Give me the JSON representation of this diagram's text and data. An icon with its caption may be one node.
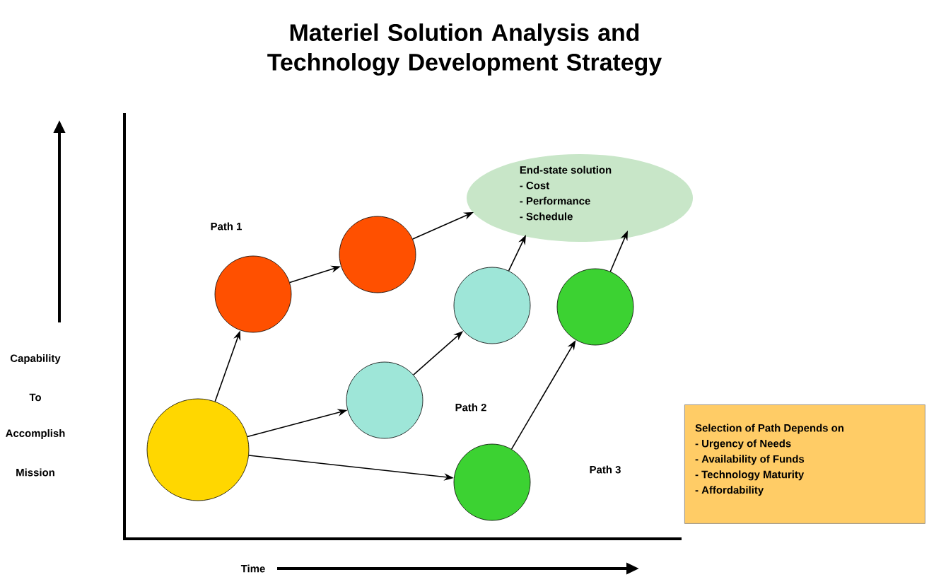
{
  "diagram": {
    "title": "Materiel Solution Analysis and Technology Development Strategy",
    "nodes": [
      {
        "text": [
          "End-state solution",
          "- Cost",
          "- Performance",
          "- Schedule"
        ]
      },
      {
        "text": [],
        "shape": "circle"
      },
      {
        "text": [],
        "shape": "circle"
      },
      {
        "text": [],
        "shape": "circle"
      },
      {
        "text": [],
        "shape": "circle"
      },
      {
        "text": [],
        "shape": "circle"
      },
      {
        "text": [],
        "shape": "circle"
      },
      {
        "text": [],
        "shape": "circle"
      },
      {
        "text": [
          "Selection of Path Depends on",
          "- Urgency of Needs",
          "- Availability of Funds",
          "- Technology Maturity",
          "- Affordability"
        ]
      }
    ],
    "edges": [
      {
        "from": 1,
        "to": 2,
        "arrow": "to"
      },
      {
        "from": 2,
        "to": 3,
        "arrow": "to"
      },
      {
        "from": 3,
        "to": 0,
        "arrow": "to"
      },
      {
        "from": 1,
        "to": 4,
        "arrow": "to"
      },
      {
        "from": 4,
        "to": 5,
        "arrow": "to"
      },
      {
        "from": 5,
        "to": 0,
        "arrow": "to"
      },
      {
        "from": 1,
        "to": 6,
        "arrow": "to"
      },
      {
        "from": 6,
        "to": 7,
        "arrow": "to"
      },
      {
        "from": 7,
        "to": 0,
        "arrow": "to"
      }
    ],
    "labels": [
      "Path 1",
      "Capability",
      "To",
      "Path 2",
      "Accomplish",
      "Path 3",
      "Mission",
      "Time"
    ]
  }
}
